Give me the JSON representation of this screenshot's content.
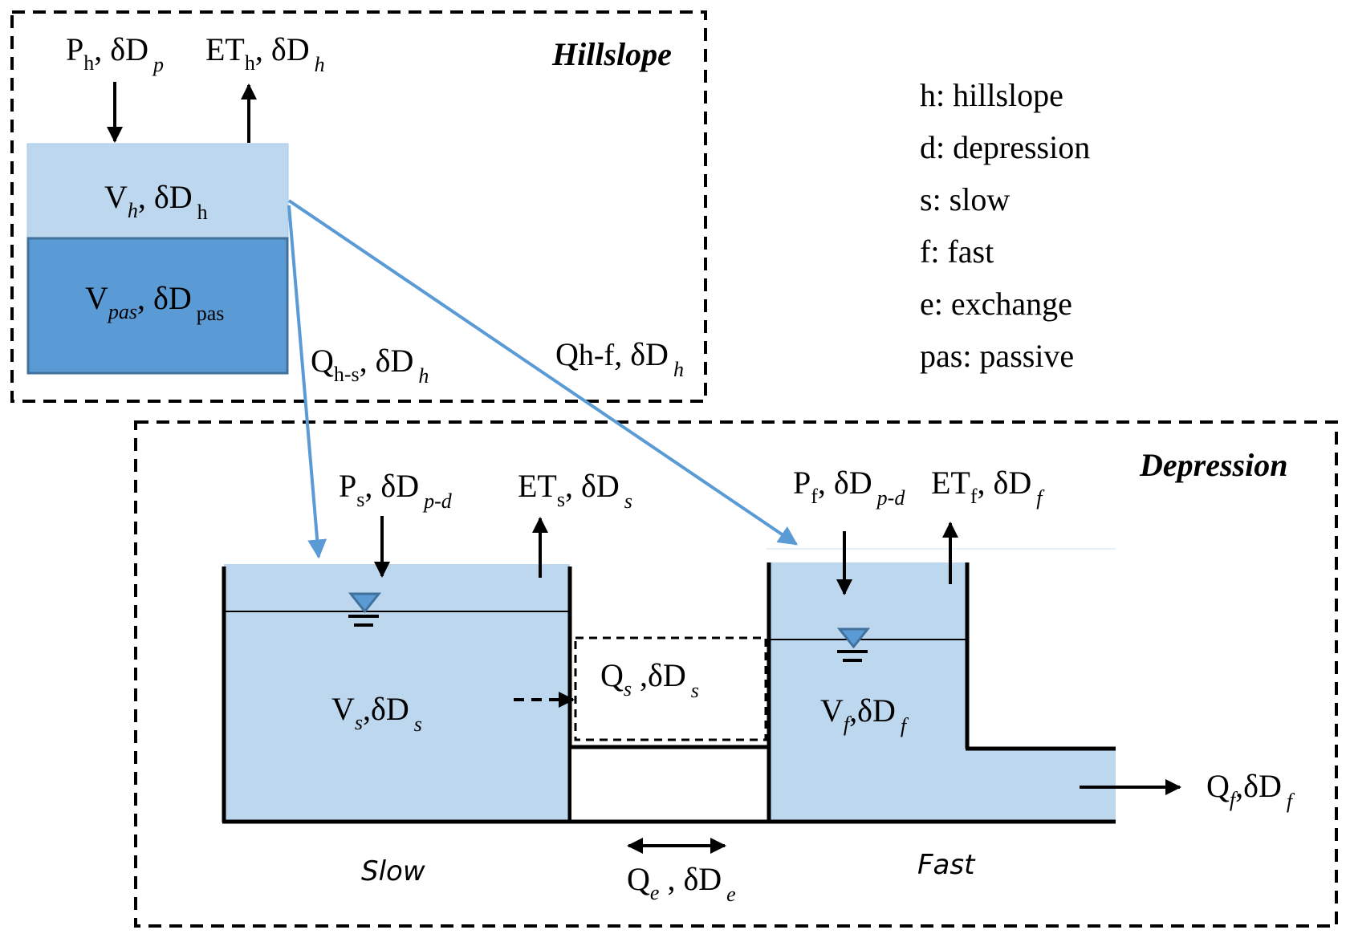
{
  "diagram": {
    "sections": {
      "hillslope": "Hillslope",
      "depression": "Depression"
    },
    "compartment_labels": {
      "slow": "Slow",
      "fast": "Fast"
    },
    "legend": [
      "h: hillslope",
      "d: depression",
      "s: slow",
      "f: fast",
      "e: exchange",
      "pas: passive"
    ],
    "labels": {
      "p_h": {
        "main": "P",
        "sub": "h",
        "sep": ", δD",
        "sub2": "p"
      },
      "et_h": {
        "main": "ET",
        "sub": "h",
        "sep": ", δD",
        "sub2": "h"
      },
      "v_h": {
        "main": "V",
        "sub": "h",
        "sep": ", δD",
        "sub2": "h"
      },
      "v_pas": {
        "main": "V",
        "sub": "pas",
        "sep": ", δD",
        "sub2": "pas"
      },
      "q_hs": {
        "main": "Q",
        "sub": "h-s",
        "sep": ", δD",
        "sub2": "h"
      },
      "q_hf": {
        "main": "Q",
        "sub": "h-f",
        "sep": ", δD",
        "sub2": "h"
      },
      "p_s": {
        "main": "P",
        "sub": "s",
        "sep": ", δD",
        "sub2": "p-d"
      },
      "et_s": {
        "main": "ET",
        "sub": "s",
        "sep": ", δD",
        "sub2": "s"
      },
      "p_f": {
        "main": "P",
        "sub": "f",
        "sep": ", δD",
        "sub2": "p-d"
      },
      "et_f": {
        "main": "ET",
        "sub": "f",
        "sep": ", δD",
        "sub2": "f"
      },
      "v_s": {
        "main": "V",
        "sub": "s",
        "sep": ",δD",
        "sub2": "s"
      },
      "q_s": {
        "main": "Q",
        "sub": "s",
        "sep": " ,δD",
        "sub2": "s"
      },
      "v_f": {
        "main": "V",
        "sub": "f",
        "sep": ",δD",
        "sub2": "f"
      },
      "q_f": {
        "main": "Q",
        "sub": "f",
        "sep": ",δD",
        "sub2": "f"
      },
      "q_e": {
        "main": "Q",
        "sub": "e",
        "sep": " , δD",
        "sub2": "e"
      }
    },
    "colors": {
      "water_light": "#BDD7EE",
      "water_dark": "#5B9BD5",
      "flow_arrow": "#5B9BD5",
      "line": "#000000"
    }
  }
}
